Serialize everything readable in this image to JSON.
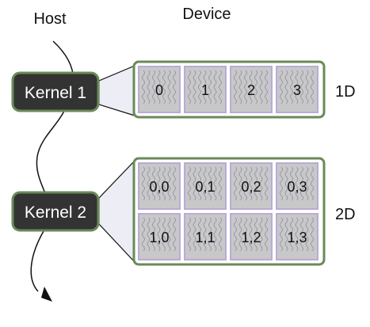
{
  "headers": {
    "host": "Host",
    "device": "Device"
  },
  "kernels": [
    {
      "label": "Kernel 1"
    },
    {
      "label": "Kernel 2"
    }
  ],
  "grids": [
    {
      "dimension_label": "1D",
      "blocks": [
        "0",
        "1",
        "2",
        "3"
      ]
    },
    {
      "dimension_label": "2D",
      "blocks": [
        "0,0",
        "0,1",
        "0,2",
        "0,3",
        "1,0",
        "1,1",
        "1,2",
        "1,3"
      ]
    }
  ],
  "colors": {
    "kernel_fill": "#333333",
    "kernel_border": "#6a8a58",
    "grid_border": "#6a8a58",
    "block_fill": "#c8c8c8",
    "block_border": "#b9acd6",
    "thread_wave": "#7a7a9a",
    "host_line": "#111111",
    "connector_fill": "#ecedf5"
  },
  "icons": {
    "thread_glyph": "wavy-thread-icon",
    "arrow_head": "arrowhead-icon"
  }
}
